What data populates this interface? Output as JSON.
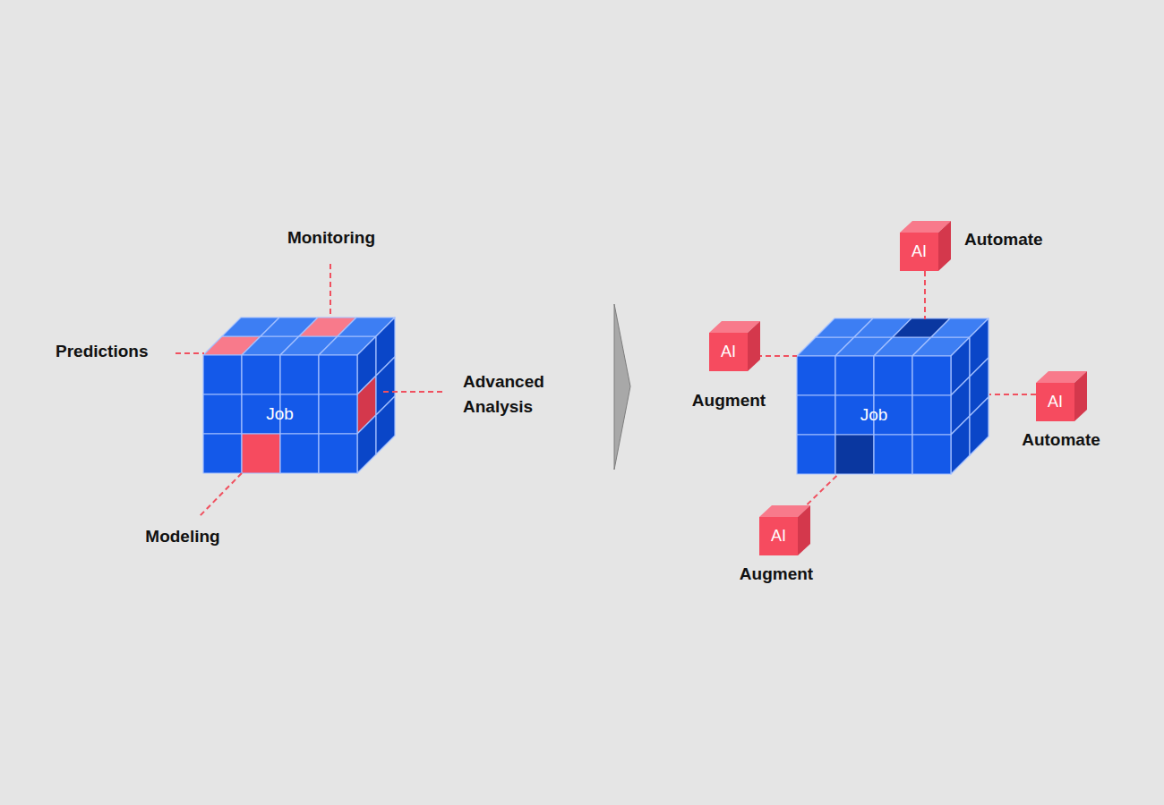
{
  "diagram": {
    "nodes": [
      {
        "text": [
          "Job"
        ]
      },
      {
        "text": [
          "AI",
          "Automate"
        ]
      },
      {
        "text": [
          "AI",
          "Augment"
        ]
      },
      {
        "text": [
          "Job"
        ]
      },
      {
        "text": [
          "AI",
          "Automate"
        ]
      },
      {
        "text": [
          "AI",
          "Augment"
        ]
      }
    ],
    "edges": [
      {
        "from": 1,
        "to": 3,
        "arrow": "none"
      },
      {
        "from": 2,
        "to": 3,
        "arrow": "none"
      },
      {
        "from": 4,
        "to": 3,
        "arrow": "none"
      },
      {
        "from": 5,
        "to": 3,
        "arrow": "none"
      }
    ],
    "labels": [
      "Monitoring",
      "Predictions",
      "Advanced Analysis",
      "Modeling"
    ]
  }
}
